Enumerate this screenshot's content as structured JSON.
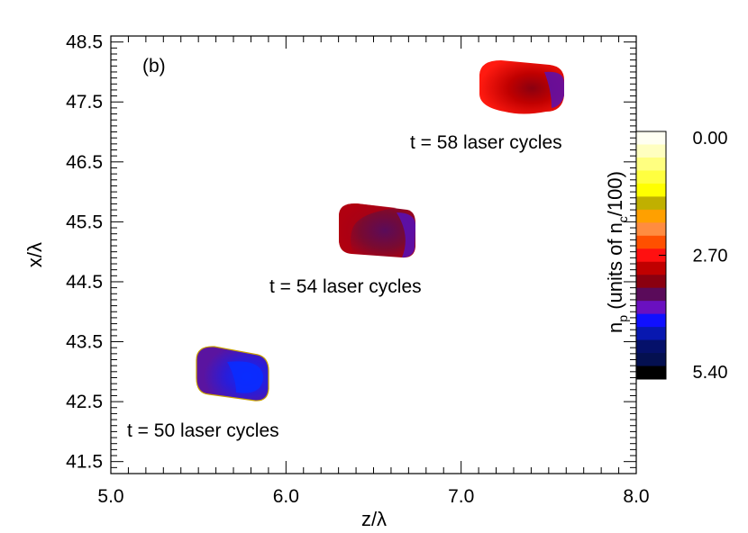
{
  "chart_data": {
    "type": "contour",
    "panel_label": "(b)",
    "xlabel": "z/λ",
    "ylabel": "x/λ",
    "xlim": [
      5.0,
      8.0
    ],
    "ylim": [
      41.3,
      48.6
    ],
    "x_ticks": [
      "5.0",
      "6.0",
      "7.0",
      "8.0"
    ],
    "x_tick_values": [
      5.0,
      6.0,
      7.0,
      8.0
    ],
    "y_ticks": [
      "41.5",
      "42.5",
      "43.5",
      "44.5",
      "45.5",
      "46.5",
      "47.5",
      "48.5"
    ],
    "y_tick_values": [
      41.5,
      42.5,
      43.5,
      44.5,
      45.5,
      46.5,
      47.5,
      48.5
    ],
    "grid": false,
    "bunches": [
      {
        "label": "t = 50 laser cycles",
        "z_range": [
          5.55,
          5.9
        ],
        "x_range": [
          42.7,
          43.55
        ],
        "dominant_colors": [
          "#3a12c0",
          "#0a2cff",
          "#6a0090"
        ]
      },
      {
        "label": "t = 54 laser cycles",
        "z_range": [
          6.3,
          6.73
        ],
        "x_range": [
          44.98,
          45.82
        ],
        "dominant_colors": [
          "#8a0010",
          "#5a0b5a",
          "#5a10b0"
        ]
      },
      {
        "label": "t = 58 laser cycles",
        "z_range": [
          7.12,
          7.6
        ],
        "x_range": [
          47.28,
          48.05
        ],
        "dominant_colors": [
          "#e81010",
          "#c00000",
          "#8a0010"
        ]
      }
    ],
    "colorbar": {
      "title": "n",
      "title_sub_p": "p",
      "title_rest_1": " (units of n",
      "title_sub_c": "c",
      "title_rest_2": "/100)",
      "tick_labels": [
        "0.00",
        "2.70",
        "5.40"
      ],
      "tick_values": [
        0.0,
        2.7,
        5.4
      ],
      "range": [
        0.0,
        5.4
      ],
      "colors": [
        "#fffff2",
        "#ffffc0",
        "#ffff80",
        "#ffff40",
        "#ffff00",
        "#c0b000",
        "#ffa000",
        "#ff8c40",
        "#ff5000",
        "#ff1010",
        "#c00000",
        "#8a0010",
        "#5a0b5a",
        "#6a10c0",
        "#1010ff",
        "#0818b0",
        "#05106a",
        "#041050",
        "#000000"
      ]
    }
  }
}
